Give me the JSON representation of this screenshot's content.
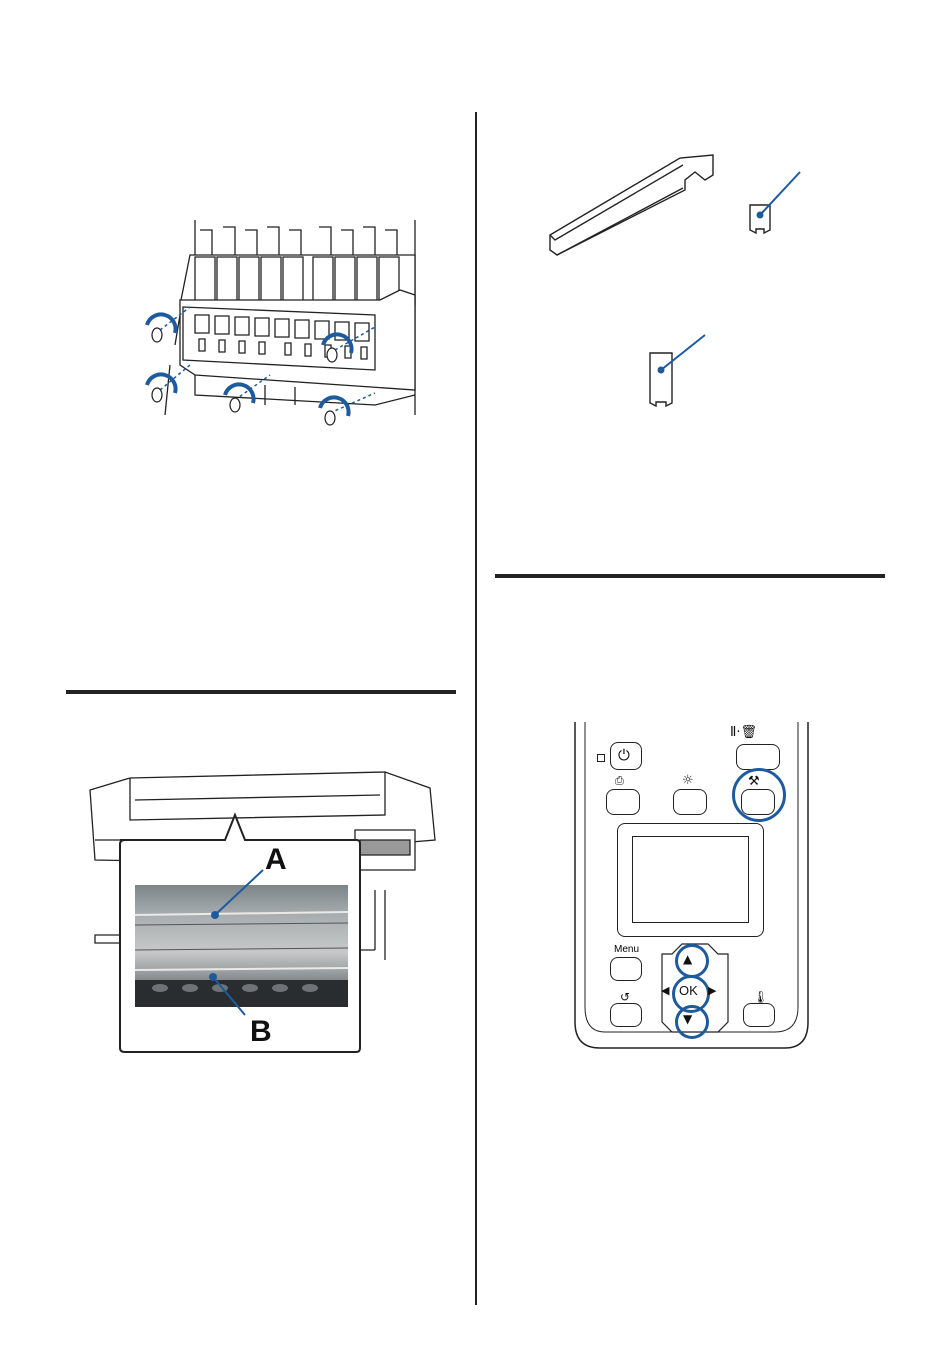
{
  "figures": {
    "ink_panel": {
      "description_icons": [
        "screw-icon",
        "rotate-arrow-icon"
      ]
    },
    "tools": {
      "items": [
        "cleaning-stick",
        "wiper-clip",
        "cap-clip"
      ]
    },
    "printer": {
      "callout_a": "A",
      "callout_b": "B"
    },
    "control_panel": {
      "ok_label": "OK",
      "menu_label": "Menu",
      "colors": {
        "highlight": "#1d5a9e"
      }
    }
  }
}
